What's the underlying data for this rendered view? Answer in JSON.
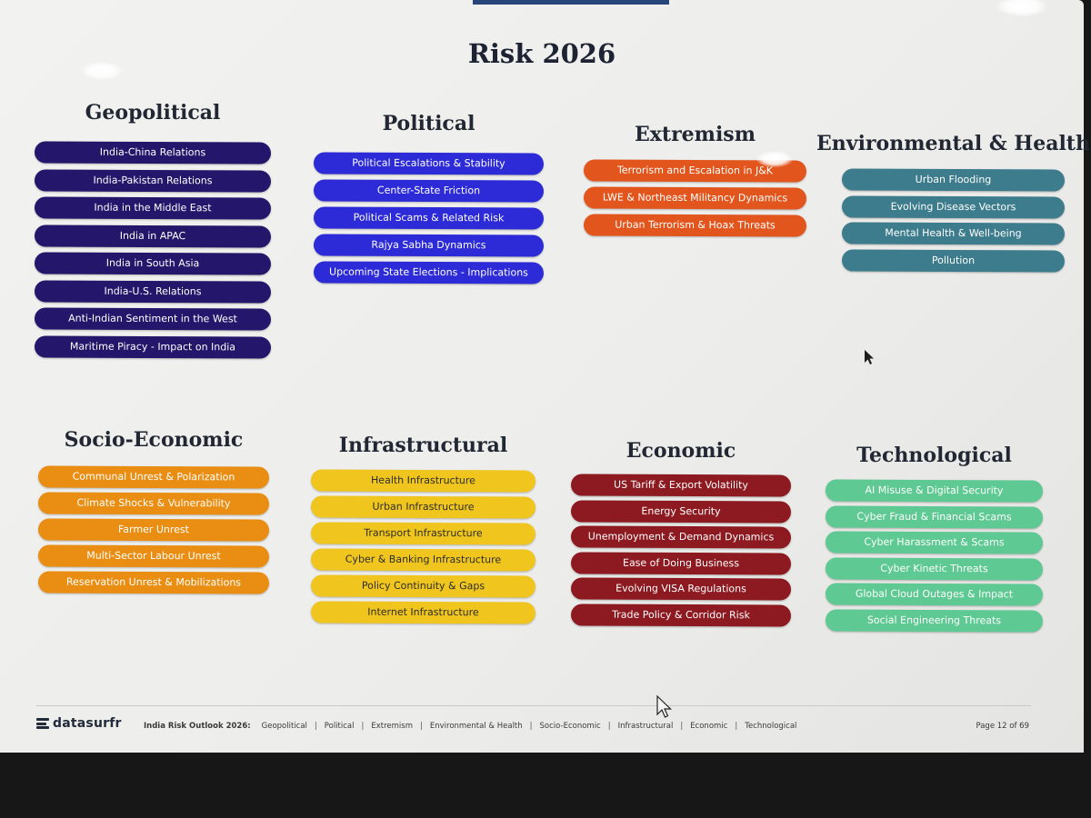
{
  "slide": {
    "title": "Risk 2026",
    "categories": [
      {
        "id": "geopolitical",
        "title": "Geopolitical",
        "color": "#24166a",
        "items": [
          "India-China Relations",
          "India-Pakistan Relations",
          "India in the Middle East",
          "India in APAC",
          "India in South Asia",
          "India-U.S. Relations",
          "Anti-Indian Sentiment in the West",
          "Maritime Piracy - Impact on India"
        ]
      },
      {
        "id": "political",
        "title": "Political",
        "color": "#2c2bd7",
        "items": [
          "Political Escalations & Stability",
          "Center-State Friction",
          "Political Scams & Related Risk",
          "Rajya Sabha Dynamics",
          "Upcoming State Elections - Implications"
        ]
      },
      {
        "id": "extremism",
        "title": "Extremism",
        "color": "#e2561e",
        "items": [
          "Terrorism and Escalation in J&K",
          "LWE & Northeast Militancy Dynamics",
          "Urban Terrorism & Hoax Threats"
        ]
      },
      {
        "id": "environmental-health",
        "title": "Environmental & Health",
        "color": "#3d7c8c",
        "items": [
          "Urban Flooding",
          "Evolving Disease Vectors",
          "Mental Health & Well-being",
          "Pollution"
        ]
      },
      {
        "id": "socio-economic",
        "title": "Socio-Economic",
        "color": "#e98e12",
        "items": [
          "Communal Unrest & Polarization",
          "Climate Shocks & Vulnerability",
          "Farmer Unrest",
          "Multi-Sector Labour Unrest",
          "Reservation Unrest & Mobilizations"
        ]
      },
      {
        "id": "infrastructural",
        "title": "Infrastructural",
        "color": "#f0c61e",
        "items": [
          "Health Infrastructure",
          "Urban Infrastructure",
          "Transport Infrastructure",
          "Cyber & Banking Infrastructure",
          "Policy Continuity & Gaps",
          "Internet Infrastructure"
        ]
      },
      {
        "id": "economic",
        "title": "Economic",
        "color": "#8c1a20",
        "items": [
          "US Tariff & Export Volatility",
          "Energy Security",
          "Unemployment & Demand Dynamics",
          "Ease of Doing Business",
          "Evolving VISA Regulations",
          "Trade Policy & Corridor Risk"
        ]
      },
      {
        "id": "technological",
        "title": "Technological",
        "color": "#5ec992",
        "items": [
          "AI Misuse & Digital Security",
          "Cyber Fraud & Financial Scams",
          "Cyber Harassment & Scams",
          "Cyber Kinetic Threats",
          "Global Cloud Outages & Impact",
          "Social Engineering Threats"
        ]
      }
    ]
  },
  "footer": {
    "logo": "datasurfr",
    "lead": "India Risk Outlook 2026:",
    "nav": [
      "Geopolitical",
      "Political",
      "Extremism",
      "Environmental & Health",
      "Socio-Economic",
      "Infrastructural",
      "Economic",
      "Technological"
    ],
    "page": "Page 12 of 69"
  }
}
